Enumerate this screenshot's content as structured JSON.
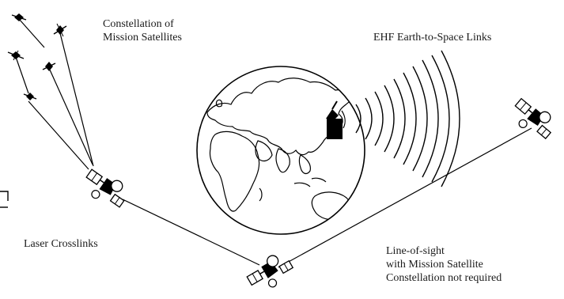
{
  "labels": {
    "constellation_line1": "Constellation of",
    "constellation_line2": "Mission Satellites",
    "ehf_links": "EHF Earth-to-Space Links",
    "laser_crosslinks": "Laser Crosslinks",
    "los_line1": "Line-of-sight",
    "los_line2": "with Mission Satellite",
    "los_line3": "Constellation not required"
  },
  "icons": {
    "earth": "earth-globe-icon",
    "ground_station": "ground-terminal-icon",
    "relay_satellite": "relay-satellite-icon",
    "mission_satellite": "mission-satellite-icon",
    "radio_waves": "radio-wave-icon"
  },
  "colors": {
    "ink": "#000000",
    "text": "#1a1a1a",
    "background": "#ffffff"
  }
}
